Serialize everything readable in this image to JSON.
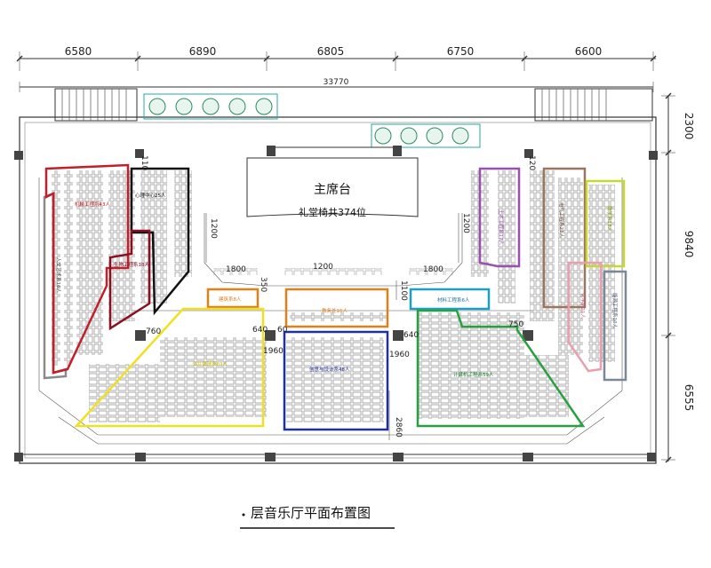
{
  "title": "层音乐厅平面布置图",
  "top_dimensions": [
    "6580",
    "6890",
    "6805",
    "6750",
    "6600"
  ],
  "total_width": "33770",
  "right_dimensions": [
    "2300",
    "9840",
    "6555"
  ],
  "stage": {
    "title": "主席台",
    "subtitle": "礼堂椅共374位"
  },
  "inner_dimensions": {
    "top_left": "1200",
    "top_right": "1200",
    "left_aisle": "1200",
    "right_aisle": "1200",
    "front_left": "1800",
    "front_mid": "1200",
    "front_right": "1800",
    "d350": "350",
    "d1100": "1100",
    "d760": "760",
    "d640a": "640",
    "d60": "60",
    "d640b": "640",
    "d750": "750",
    "d1960a": "1960",
    "d1960b": "1960",
    "d2860": "2860",
    "d110": "110",
    "d120": "120"
  },
  "zones": [
    {
      "label": "人文艺术系16人",
      "color": "#8a8a8a"
    },
    {
      "label": "机械工程系43人",
      "color": "#c0202a"
    },
    {
      "label": "心理中心25人",
      "color": "#111111"
    },
    {
      "label": "生物工程系18人",
      "color": "#8a1020"
    },
    {
      "label": "建筑系8人",
      "color": "#e0801a"
    },
    {
      "label": "教务处16人",
      "color": "#e0801a"
    },
    {
      "label": "材料工程系6人",
      "color": "#1aa0c8"
    },
    {
      "label": "土木工程系17人",
      "color": "#9a50b0"
    },
    {
      "label": "电气工程系21人",
      "color": "#9a7560"
    },
    {
      "label": "数学系18人",
      "color": "#c8d830"
    },
    {
      "label": "化学系21人",
      "color": "#e8a0b0"
    },
    {
      "label": "能源工程系10人",
      "color": "#7a8898"
    },
    {
      "label": "公共管理系69人",
      "color": "#f0e020"
    },
    {
      "label": "创意与设计系48人",
      "color": "#2030a0"
    },
    {
      "label": "计算机工程系59人",
      "color": "#28a040"
    }
  ]
}
